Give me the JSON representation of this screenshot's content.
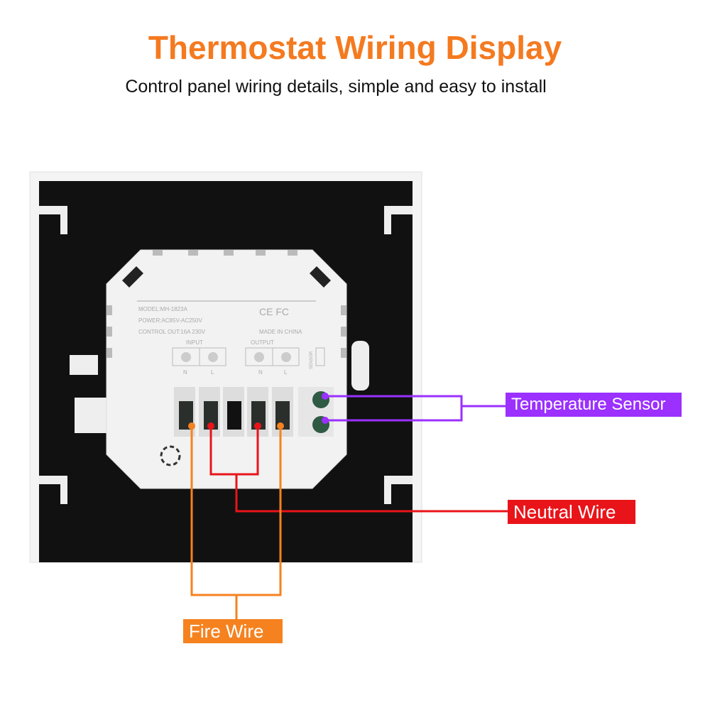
{
  "header": {
    "title": "Thermostat Wiring Display",
    "subtitle": "Control panel wiring details, simple and easy to install"
  },
  "module": {
    "model": "MODEL:MH-1823A",
    "power": "POWER:AC85V-AC250V",
    "control": "CONTROL OUT:16A 230V",
    "certs": "CE FC",
    "origin": "MADE IN CHINA",
    "input_label": "INPUT",
    "output_label": "OUTPUT",
    "sensor_label": "SENSOR",
    "n": "N",
    "l": "L"
  },
  "labels": {
    "temperature_sensor": "Temperature Sensor",
    "neutral_wire": "Neutral Wire",
    "fire_wire": "Fire Wire"
  },
  "colors": {
    "title": "#f47a20",
    "sensor": "#9b30ff",
    "neutral": "#e8141a",
    "fire": "#f5821f"
  }
}
